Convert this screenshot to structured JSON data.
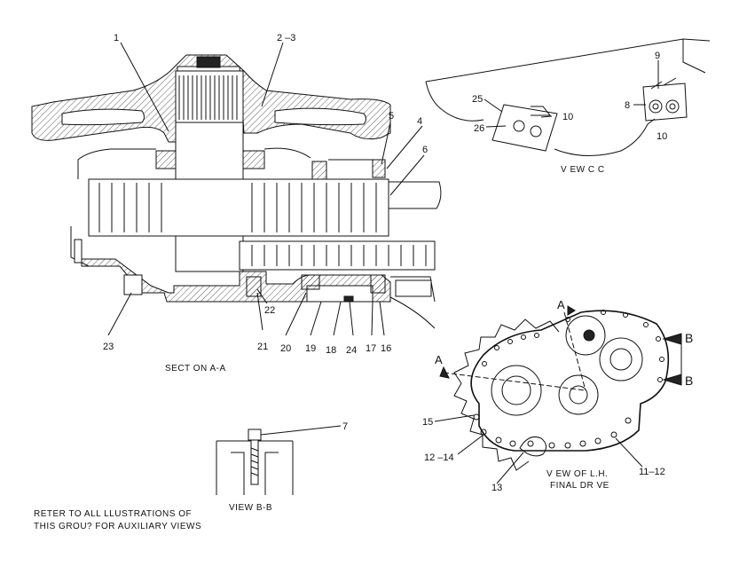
{
  "captions": {
    "section_aa": "SECT ON A-A",
    "view_cc": "V EW C C",
    "view_bb": "VIEW B-B",
    "view_lh_line1": "V EW  OF L.H.",
    "view_lh_line2": "FINAL DR VE",
    "note_line1": "RETER TO ALL  LLUSTRATIONS OF",
    "note_line2": "THIS GROU? FOR AUXILIARY VIEWS"
  },
  "section_markers": {
    "a_top": "A",
    "a_left": "A",
    "b_top": "B",
    "b_bottom": "B"
  },
  "callouts": {
    "c1": "1",
    "c2_3": "2 –3",
    "c4": "4",
    "c5": "5",
    "c6": "6",
    "c7": "7",
    "c8": "8",
    "c9": "9",
    "c10_top": "10",
    "c10_bottom": "10",
    "c11_12": "11–12",
    "c12_14": "12 –14",
    "c13": "13",
    "c15": "15",
    "c16": "16",
    "c17": "17",
    "c18": "18",
    "c19": "19",
    "c20": "20",
    "c21": "21",
    "c22": "22",
    "c23": "23",
    "c24": "24",
    "c25": "25",
    "c26": "26"
  }
}
